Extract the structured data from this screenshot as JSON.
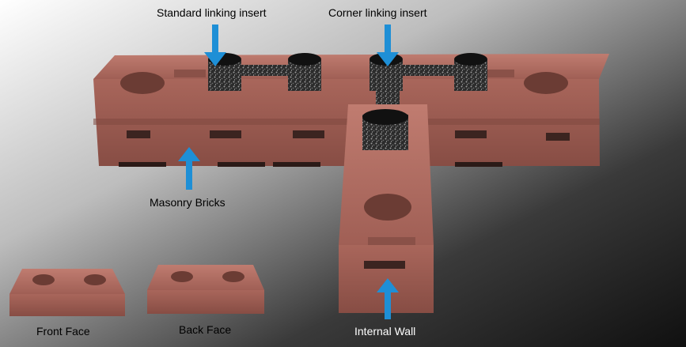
{
  "labels": {
    "standard_insert": "Standard linking insert",
    "corner_insert": "Corner linking insert",
    "masonry_bricks": "Masonry Bricks",
    "front_face": "Front Face",
    "back_face": "Back Face",
    "internal_wall": "Internal Wall"
  },
  "colors": {
    "arrow": "#1e8fd6",
    "brick": "#a9685c",
    "brick_shadow": "#7a463d",
    "insert": "#2a2a2a",
    "background_light": "#f2f2f2",
    "background_dark": "#1c1c1c"
  },
  "icons": {
    "arrow": "down-arrow / up-arrow"
  }
}
